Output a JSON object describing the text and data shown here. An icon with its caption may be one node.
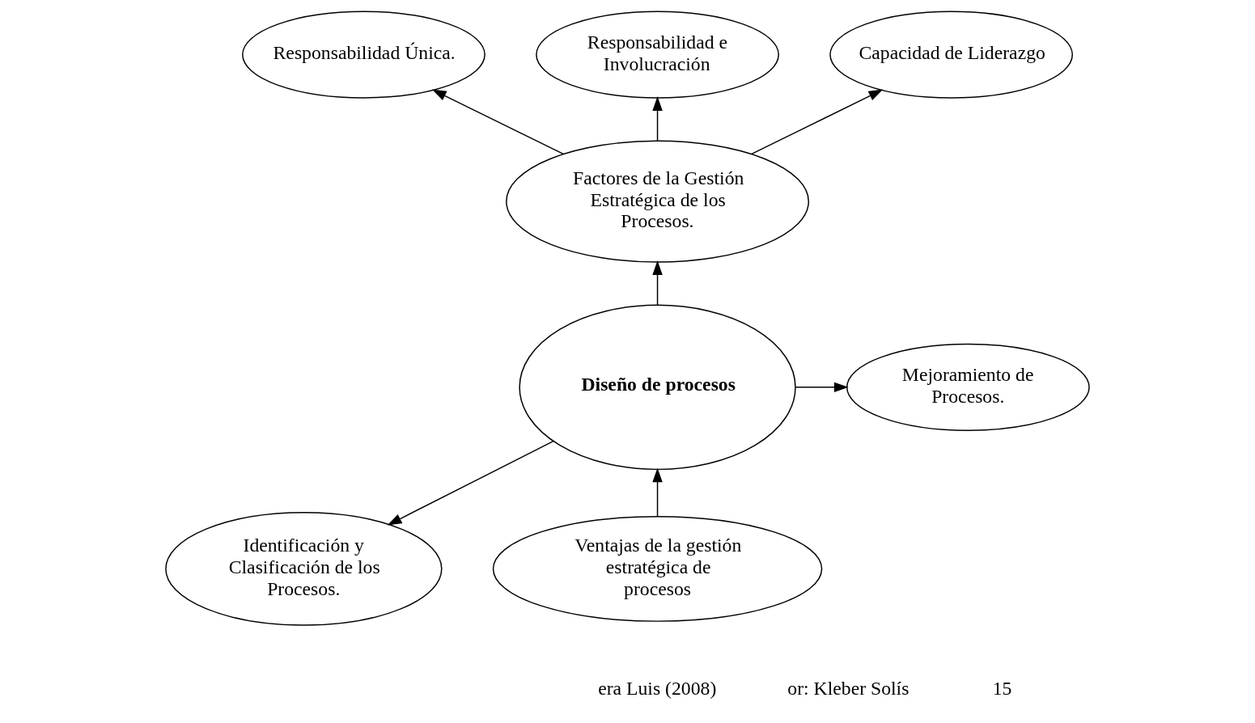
{
  "diagram": {
    "nodes": [
      {
        "text": [
          "Responsabilidad Única."
        ]
      },
      {
        "text": [
          "Responsabilidad e Involucración"
        ]
      },
      {
        "text": [
          "Capacidad de Liderazgo"
        ]
      },
      {
        "text": [
          "Factores de la Gestión Estratégica de los Procesos."
        ]
      },
      {
        "text": [
          "Mejoramiento de Procesos."
        ]
      },
      {
        "text": [
          "Diseño de procesos"
        ]
      },
      {
        "text": [
          "Ventajas de la gestión estratégica de procesos"
        ]
      },
      {
        "text": [
          "Identificación y Clasificación de los Procesos."
        ]
      }
    ],
    "edges": [
      {
        "from": 3,
        "to": 0,
        "arrow": "to"
      },
      {
        "from": 3,
        "to": 1,
        "arrow": "to"
      },
      {
        "from": 3,
        "to": 2,
        "arrow": "to"
      },
      {
        "from": 5,
        "to": 3,
        "arrow": "to"
      },
      {
        "from": 5,
        "to": 4,
        "arrow": "to"
      },
      {
        "from": 6,
        "to": 5,
        "arrow": "to"
      },
      {
        "from": 5,
        "to": 7,
        "arrow": "to"
      }
    ],
    "labels": [
      "era Luis (2008)",
      "or: Kleber Solís",
      "15"
    ]
  }
}
